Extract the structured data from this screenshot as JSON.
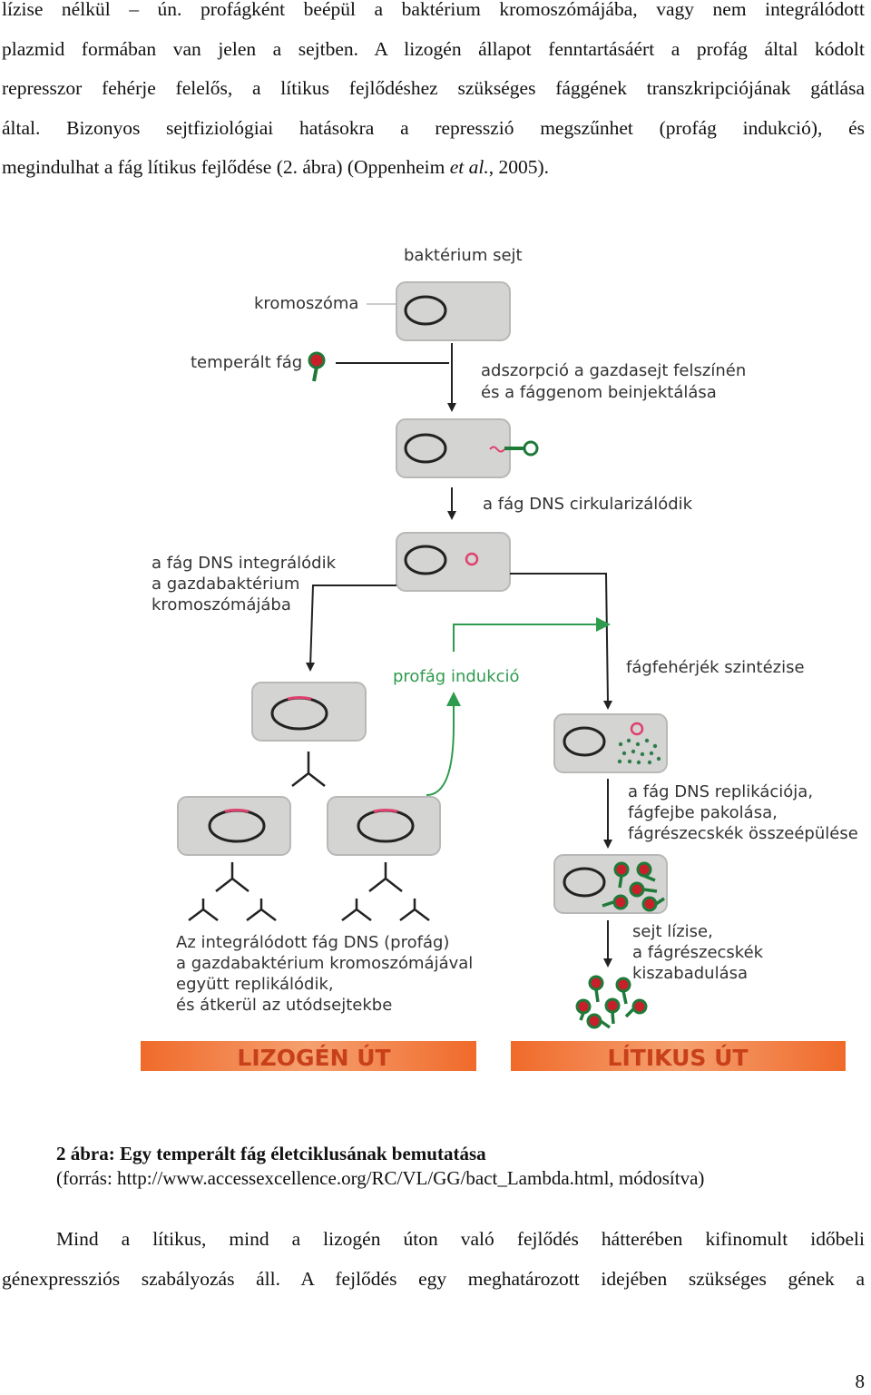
{
  "intro_paragraph": {
    "lines": [
      "lízise nélkül – ún. profágként beépül a baktérium kromoszómájába, vagy nem integrálódott",
      "plazmid formában van jelen a sejtben. A lizogén állapot fenntartásáért a  profág által kódolt",
      "represszor fehérje felelős, a lítikus fejlődéshez szükséges fággének transzkripciójának gátlása",
      "által. Bizonyos sejtfiziológiai hatásokra a represszió megszűnhet (profág indukció), és"
    ],
    "last_line_start": "megindulhat a fág lítikus fejlődése (2. ábra) (Oppenheim ",
    "last_line_italic": "et al.",
    "last_line_end": ", 2005)."
  },
  "figure": {
    "label_bacterium": "baktérium sejt",
    "label_chromosome": "kromoszóma",
    "label_temperate_phage": "temperált fág",
    "label_adsorption": [
      "adszorpció a gazdasejt felszínén",
      "és a fággenom beinjektálása"
    ],
    "label_circularize": "a fág DNS cirkularizálódik",
    "label_integrate": [
      "a fág DNS integrálódik",
      "a gazdabaktérium",
      "kromoszómájába"
    ],
    "label_induction": "profág indukció",
    "label_protein_synthesis": "fágfehérjék szintézise",
    "label_replication": [
      "a fág DNS replikációja,",
      "fágfejbe pakolása,",
      "fágrészecskék összeépülése"
    ],
    "label_lysis": [
      "sejt lízise,",
      "a fágrészecskék",
      "kiszabadulása"
    ],
    "label_prophage": [
      "Az integrálódott fág DNS (profág)",
      "a gazdabaktérium kromoszómájával",
      "együtt replikálódik,",
      "és átkerül az utódsejtekbe"
    ],
    "banner_lysogenic": "LIZOGÉN ÚT",
    "banner_lytic": "LÍTIKUS ÚT",
    "colors": {
      "cell_fill": "#d4d4d2",
      "phage_green": "#1f7a3a",
      "phage_red": "#c8202a",
      "dna_pink": "#e0406f",
      "induction_green": "#2e9b4e",
      "banner_orange": "#f07a3a"
    }
  },
  "caption": {
    "title": "2 ábra: Egy temperált fág életciklusának bemutatása",
    "source": "(forrás: http://www.accessexcellence.org/RC/VL/GG/bact_Lambda.html, módosítva)"
  },
  "closing_paragraph": {
    "lines": [
      "Mind a lítikus, mind a lizogén úton való fejlődés hátterében kifinomult időbeli",
      "génexpressziós szabályozás áll. A fejlődés egy meghatározott idejében szükséges gének a"
    ]
  },
  "page_number": "8"
}
